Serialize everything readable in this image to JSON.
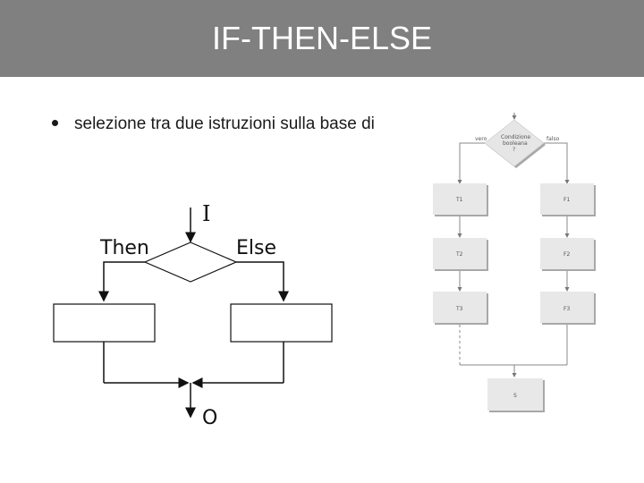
{
  "title": "IF-THEN-ELSE",
  "bullet": "selezione tra due istruzioni sulla base di",
  "colors": {
    "title_bar": "#808080",
    "title_text": "#ffffff",
    "box_fill": "#ffffff",
    "gray_box": "#e8e8e8",
    "gray_box_shadow": "#a0a0a0"
  },
  "left_diagram": {
    "input_label": "I",
    "then_label": "Then",
    "else_label": "Else",
    "output_label": "O"
  },
  "right_diagram": {
    "condition_line1": "Condizione",
    "condition_line2": "booleana",
    "condition_line3": "?",
    "true_label": "vero",
    "false_label": "falso",
    "true_boxes": [
      "T1",
      "T2",
      "T3"
    ],
    "false_boxes": [
      "F1",
      "F2",
      "F3"
    ],
    "end_box": "S"
  }
}
